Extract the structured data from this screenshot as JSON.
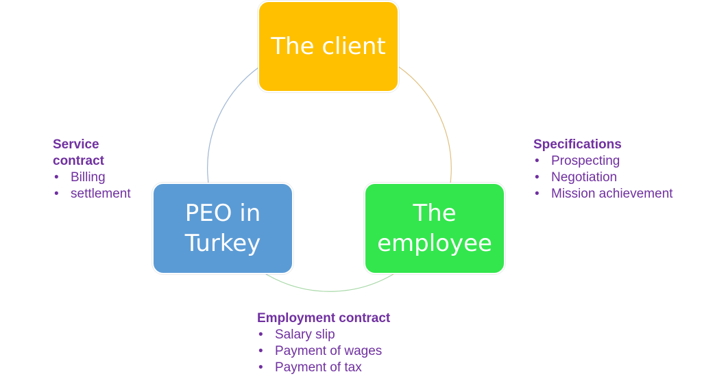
{
  "colors": {
    "client": "#ffc000",
    "peo": "#5b9bd5",
    "employee": "#33e64d",
    "note_text": "#7030a0",
    "arc_client_employee": "#e0c080",
    "arc_employee_peo": "#a8d8a8",
    "arc_peo_client": "#9fb6d4"
  },
  "nodes": {
    "client": "The client",
    "peo": "PEO in Turkey",
    "employee": "The employee"
  },
  "notes": {
    "service": {
      "title": "Service contract",
      "items": [
        "Billing",
        "settlement"
      ]
    },
    "specifications": {
      "title": "Specifications",
      "items": [
        "Prospecting",
        "Negotiation",
        "Mission achievement"
      ]
    },
    "employment": {
      "title": "Employment contract",
      "items": [
        "Salary slip",
        "Payment of wages",
        "Payment of tax"
      ]
    }
  }
}
